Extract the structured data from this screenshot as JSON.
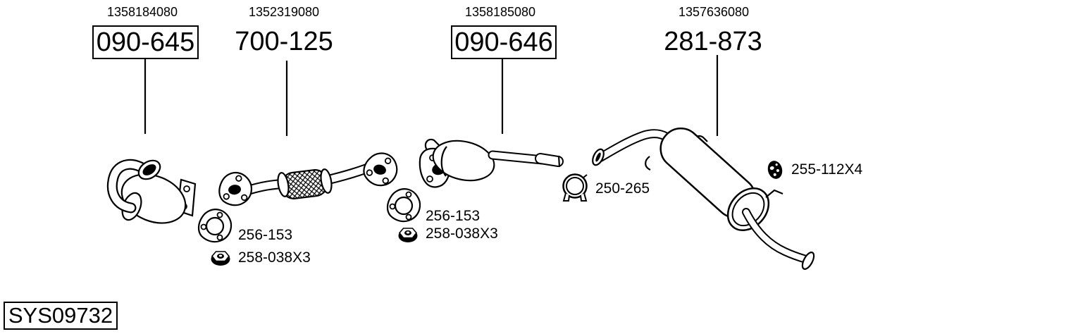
{
  "diagram": {
    "system_id": "SYS09732",
    "groups": [
      {
        "oe_number": "1358184080",
        "bosal_number": "090-645",
        "boxed": true,
        "component": "front-catalytic-converter"
      },
      {
        "oe_number": "1352319080",
        "bosal_number": "700-125",
        "boxed": false,
        "component": "front-flex-pipe"
      },
      {
        "oe_number": "1358185080",
        "bosal_number": "090-646",
        "boxed": true,
        "component": "middle-catalytic-converter-pipe"
      },
      {
        "oe_number": "1357636080",
        "bosal_number": "281-873",
        "boxed": false,
        "component": "rear-muffler"
      }
    ],
    "small_parts": [
      {
        "label": "256-153",
        "icon": "gasket-icon"
      },
      {
        "label": "258-038X3",
        "icon": "flange-nut-icon"
      },
      {
        "label": "256-153",
        "icon": "gasket-icon"
      },
      {
        "label": "258-038X3",
        "icon": "flange-nut-icon"
      },
      {
        "label": "250-265",
        "icon": "pipe-clamp-icon"
      },
      {
        "label": "255-112X4",
        "icon": "rubber-hanger-icon"
      }
    ],
    "colors": {
      "ink": "#000000",
      "background": "#ffffff"
    }
  }
}
